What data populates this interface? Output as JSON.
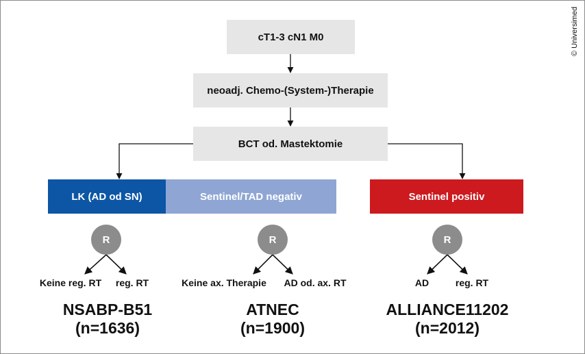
{
  "boxes": {
    "staging": "cT1-3 cN1 M0",
    "therapy": "neoadj. Chemo-(System-)Therapie",
    "surgery": "BCT od. Mastektomie"
  },
  "categories": {
    "lk": "LK (AD od SN)",
    "sentinel_negative": "Sentinel/TAD negativ",
    "sentinel_positive": "Sentinel positiv"
  },
  "randomization_label": "R",
  "trials": [
    {
      "name": "NSABP-B51",
      "n": "(n=1636)",
      "arms": [
        "Keine reg. RT",
        "reg. RT"
      ]
    },
    {
      "name": "ATNEC",
      "n": "(n=1900)",
      "arms": [
        "Keine ax. Therapie",
        "AD od. ax. RT"
      ]
    },
    {
      "name": "ALLIANCE11202",
      "n": "(n=2012)",
      "arms": [
        "AD",
        "reg. RT"
      ]
    }
  ],
  "copyright": "© Universimed",
  "colors": {
    "box_gray": "#e6e6e6",
    "lk_blue": "#0c56a5",
    "sentinel_negative_blue": "#8fa6d4",
    "sentinel_positive_red": "#cc1a1f",
    "circle_gray": "#8c8c8c"
  }
}
